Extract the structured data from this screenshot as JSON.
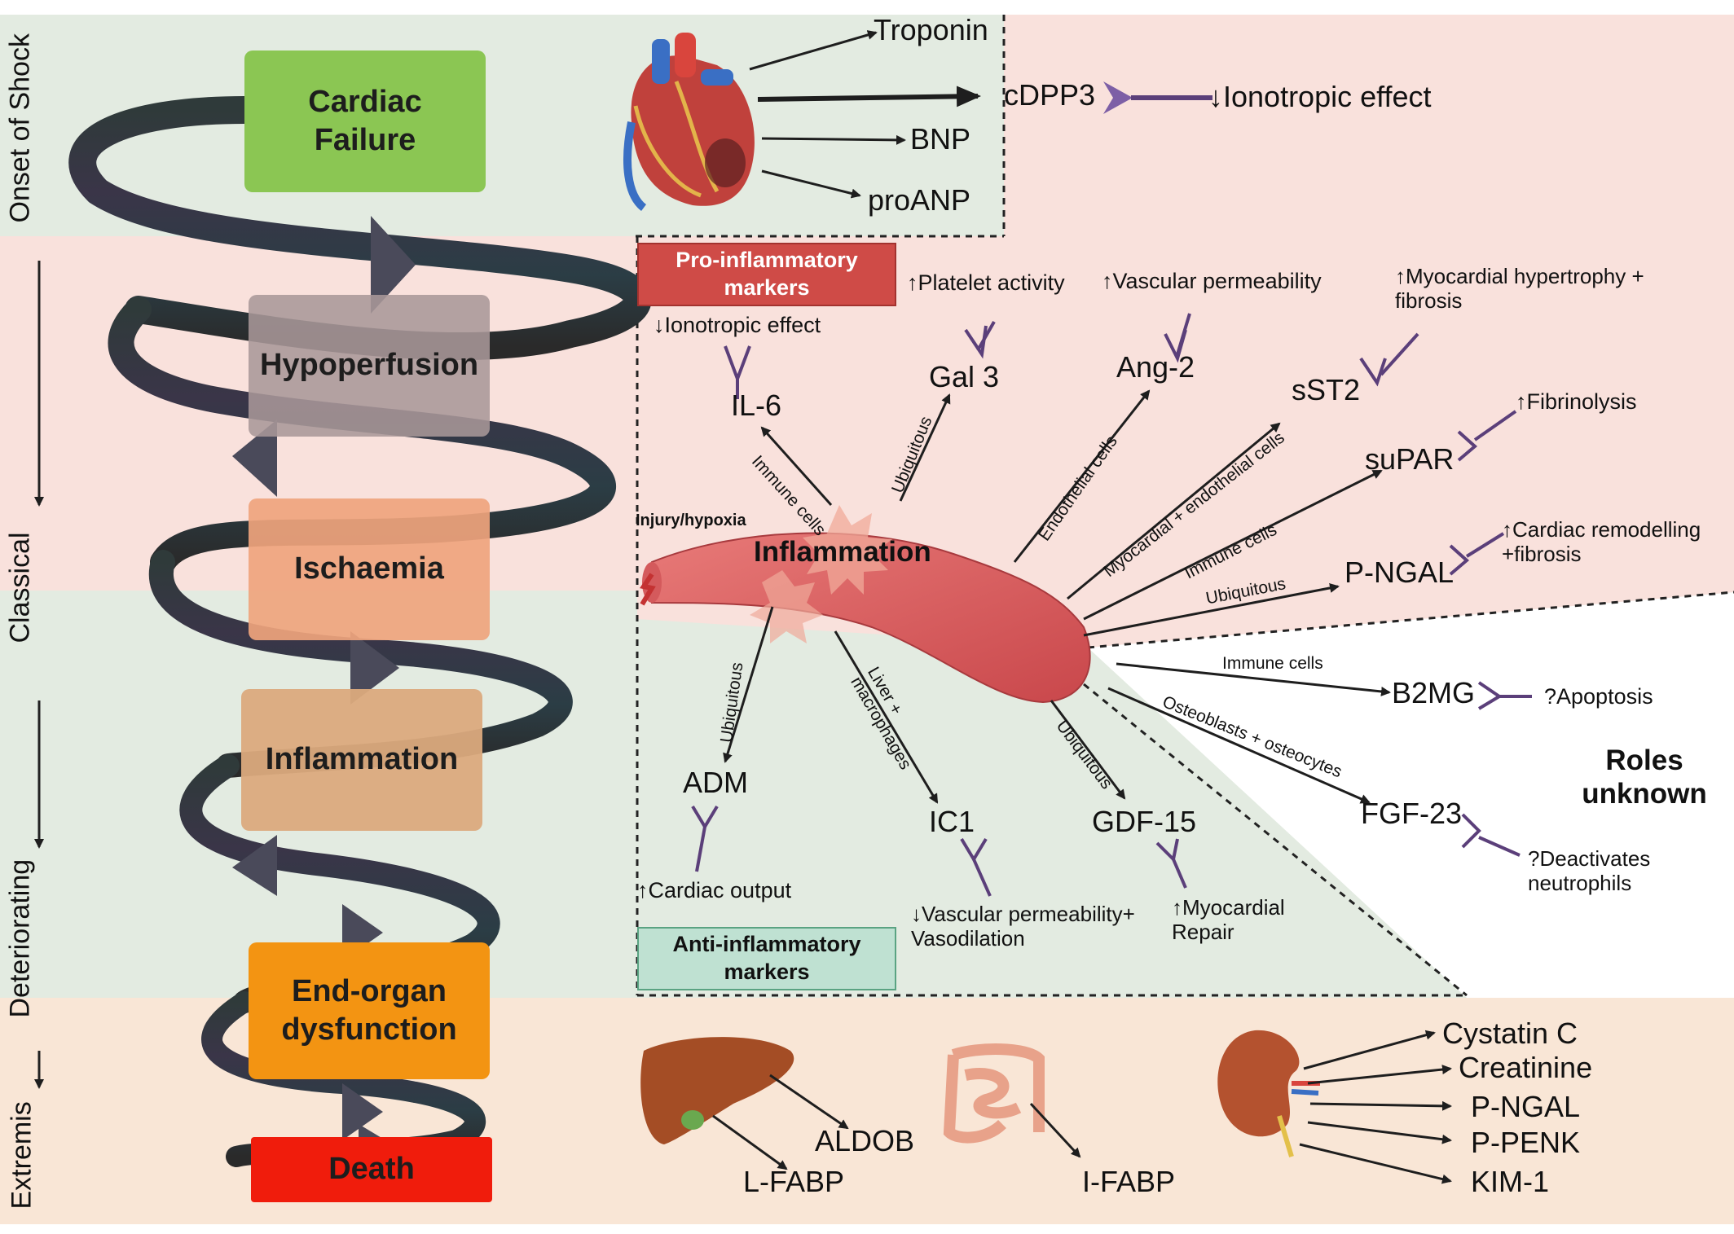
{
  "colors": {
    "green_band": "#e3ebe1",
    "pink_band": "#f9e1dc",
    "peach_band": "#f9e6d6",
    "pro_box": "#cf4b47",
    "anti_box": "#bfe1d2",
    "receptor": "#7d5fa6",
    "vessel": "#d45a5c"
  },
  "left_axis": {
    "onset": "Onset of Shock",
    "classical": "Classical",
    "deteriorating": "Deteriorating",
    "extremis": "Extremis"
  },
  "stages": [
    "Cardiac Failure",
    "Hypoperfusion",
    "Ischaemia",
    "Inflammation",
    "End-organ dysfunction",
    "Death"
  ],
  "cardiac": {
    "markers": [
      "Troponin",
      "cDPP3",
      "BNP",
      "proANP"
    ],
    "cdpp3_effect": "↓Ionotropic effect"
  },
  "inflammation": {
    "pro_box": "Pro-inflammatory markers",
    "anti_box": "Anti-inflammatory markers",
    "injury": "Injury/hypoxia",
    "center": "Inflammation",
    "roles_unknown": "Roles unknown",
    "pro_markers": [
      {
        "name": "IL-6",
        "source": "Immune cells",
        "role": "↓Ionotropic effect"
      },
      {
        "name": "Gal 3",
        "source": "Ubiquitous",
        "role": "↑Platelet activity"
      },
      {
        "name": "Ang-2",
        "source": "Endothelial cells",
        "role": "↑Vascular permeability"
      },
      {
        "name": "sST2",
        "source": "Myocardial + endothelial cells",
        "role": "↑Myocardial hypertrophy + fibrosis"
      },
      {
        "name": "suPAR",
        "source": "Immune cells",
        "role": "↑Fibrinolysis"
      },
      {
        "name": "P-NGAL",
        "source": "Ubiquitous",
        "role": "↑Cardiac remodelling +fibrosis"
      }
    ],
    "anti_markers": [
      {
        "name": "ADM",
        "source": "Ubiquitous",
        "role": "↑Cardiac output"
      },
      {
        "name": "IC1",
        "source": "Liver + macrophages",
        "role": "↓Vascular permeability+ Vasodilation"
      },
      {
        "name": "GDF-15",
        "source": "Ubiquitous",
        "role": "↑Myocardial Repair"
      }
    ],
    "unknown_markers": [
      {
        "name": "B2MG",
        "source": "Immune cells",
        "role": "?Apoptosis"
      },
      {
        "name": "FGF-23",
        "source": "Osteoblasts + osteocytes",
        "role": "?Deactivates neutrophils"
      }
    ]
  },
  "organs": {
    "liver": [
      "ALDOB",
      "L-FABP"
    ],
    "intestine": [
      "I-FABP"
    ],
    "kidney": [
      "Cystatin C",
      "Creatinine",
      "P-NGAL",
      "P-PENK",
      "KIM-1"
    ]
  }
}
